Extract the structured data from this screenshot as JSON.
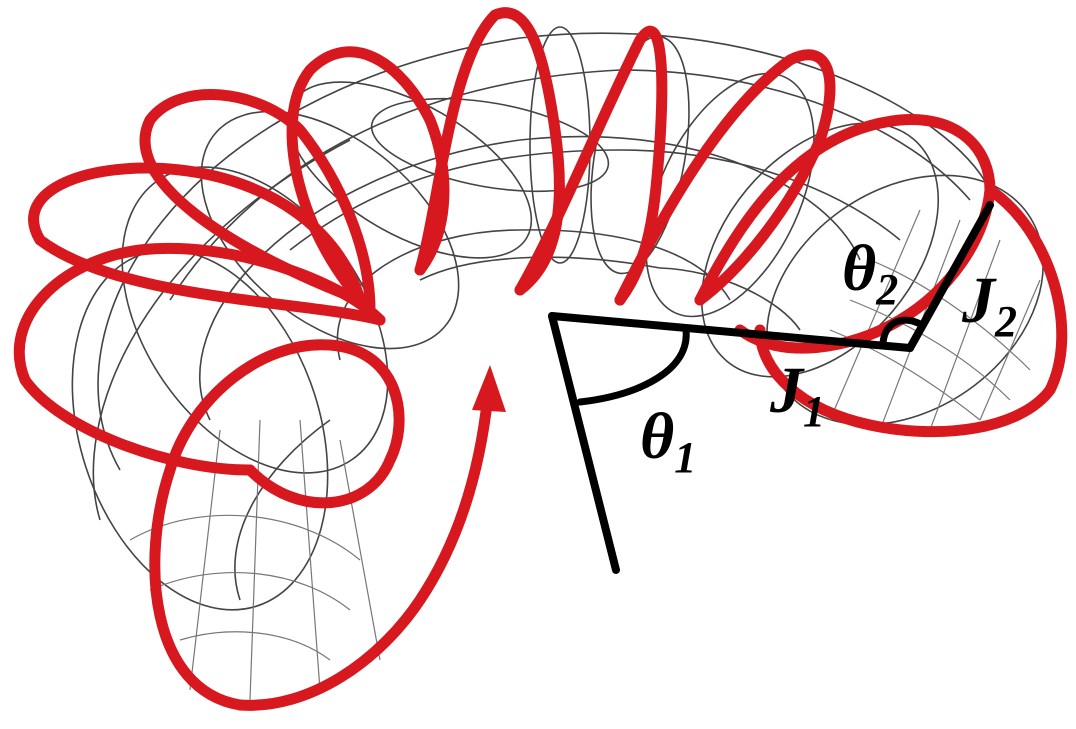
{
  "labels": {
    "theta1": {
      "main": "θ",
      "sub": "1"
    },
    "theta2": {
      "main": "θ",
      "sub": "2"
    },
    "j1": {
      "main": "J",
      "sub": "1"
    },
    "j2": {
      "main": "J",
      "sub": "2"
    }
  },
  "colors": {
    "helix": "#d7191f",
    "axes": "#000000",
    "mesh": "#444444",
    "background": "#ffffff"
  },
  "icons": {
    "helix_end": "arrowhead-icon"
  }
}
